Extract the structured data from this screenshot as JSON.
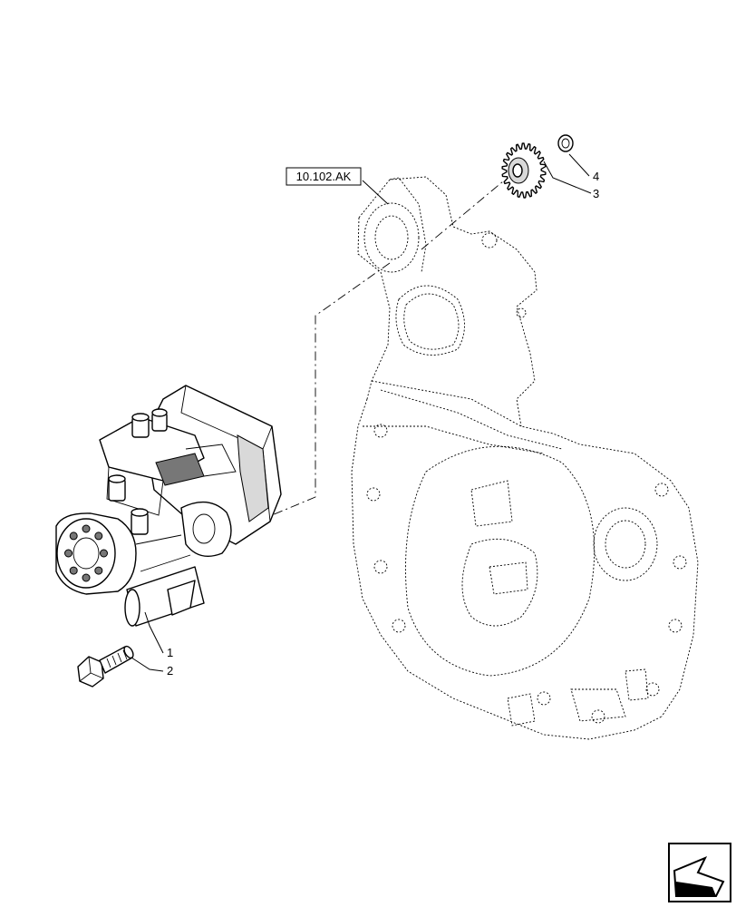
{
  "reference_box": {
    "text": "10.102.AK"
  },
  "callouts": [
    {
      "id": "1",
      "label": "1"
    },
    {
      "id": "2",
      "label": "2"
    },
    {
      "id": "3",
      "label": "3"
    },
    {
      "id": "4",
      "label": "4"
    }
  ],
  "nav_icon": {
    "name": "next-page-arrow-icon"
  }
}
